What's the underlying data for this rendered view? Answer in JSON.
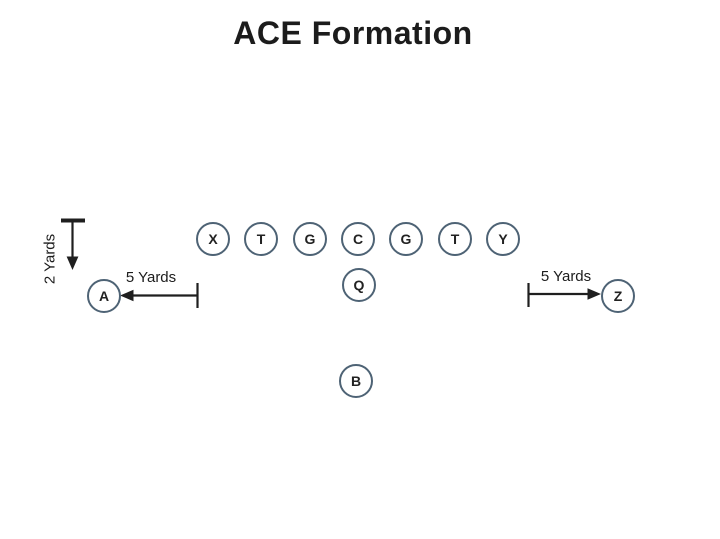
{
  "title": "ACE Formation",
  "colors": {
    "circle_outline": "#4e6375",
    "text": "#1c1c1c",
    "arrow": "#1f1f1f",
    "background": "#ffffff"
  },
  "formation": {
    "line": [
      {
        "label": "X"
      },
      {
        "label": "T"
      },
      {
        "label": "G"
      },
      {
        "label": "C"
      },
      {
        "label": "G"
      },
      {
        "label": "T"
      },
      {
        "label": "Y"
      }
    ],
    "quarterback": {
      "label": "Q"
    },
    "running_back": {
      "label": "B"
    },
    "receiver_left": {
      "label": "A"
    },
    "receiver_right": {
      "label": "Z"
    }
  },
  "annotations": {
    "left_distance": "5 Yards",
    "right_distance": "5 Yards",
    "depth_distance": "2 Yards"
  }
}
